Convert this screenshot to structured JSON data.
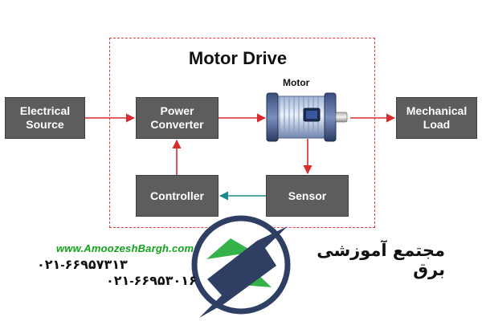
{
  "diagram": {
    "title": "Motor Drive",
    "motor_label": "Motor",
    "blocks": {
      "electrical_source": "Electrical\nSource",
      "power_converter": "Power\nConverter",
      "mechanical_load": "Mechanical\nLoad",
      "controller": "Controller",
      "sensor": "Sensor"
    },
    "colors": {
      "block_fill": "#5d5d5d",
      "forward_arrow": "#d92b2b",
      "feedback_arrow": "#1f8a8a",
      "dashed_border": "#e03b3b"
    }
  },
  "watermark": {
    "website": "www.AmoozeshBargh.com",
    "phone_1": "۰۲۱-۶۶۹۵۷۳۱۳",
    "phone_2": "۰۲۱-۶۶۹۵۳۰۱۶",
    "brand_name": "مجتمع آموزشی برق",
    "logo_icon": "lightning-bolt-logo"
  }
}
